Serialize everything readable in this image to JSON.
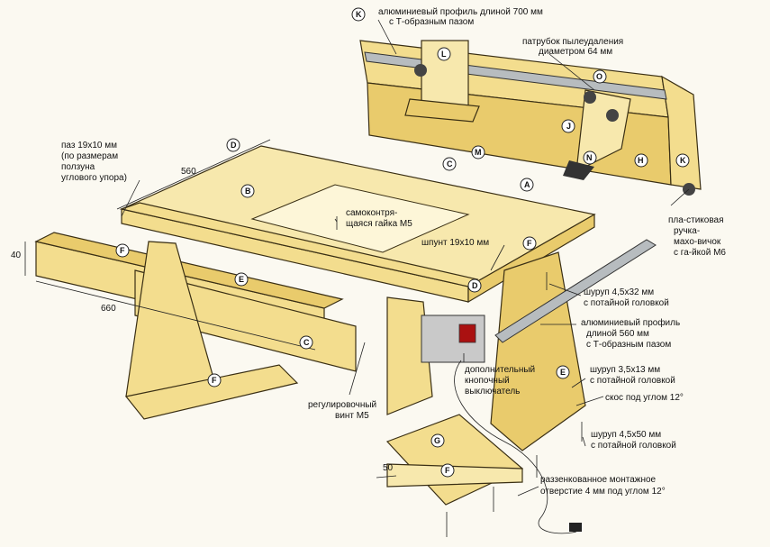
{
  "labels": {
    "alu_700": [
      "алюминиевый профиль длиной 700 мм",
      "с Т-образным пазом"
    ],
    "dust_port": [
      "патрубок пылеудаления",
      "диаметром 64 мм"
    ],
    "groove": [
      "паз 19x10 мм",
      "(по размерам",
      "ползуна",
      "углового упора)"
    ],
    "self_lock_nut": [
      "самоконтря-",
      "щаяся гайка М5"
    ],
    "spline": [
      "шпунт 19x10 мм"
    ],
    "plastic_knob": [
      "пла-стиковая",
      "ручка-",
      "махо-вичок",
      "с га-йкой М6"
    ],
    "screw_4_5x32": [
      "шуруп 4,5x32 мм",
      "с потайной головкой"
    ],
    "alu_560": [
      "алюминиевый профиль",
      "длиной 560 мм",
      "с Т-образным пазом"
    ],
    "switch": [
      "дополнительный",
      "кнопочный",
      "выключатель"
    ],
    "screw_3_5x13": [
      "шуруп 3,5x13 мм",
      "с потайной головкой"
    ],
    "bevel": [
      "скос под углом 12°"
    ],
    "adjust_screw": [
      "регулировочный",
      "винт М5"
    ],
    "screw_4_5x50": [
      "шуруп 4,5x50 мм",
      "с потайной головкой"
    ],
    "countersunk_hole": [
      "раззенкованное монтажное",
      "отверстие 4 мм под углом 12°"
    ]
  },
  "dimensions": {
    "width_560": "560",
    "length_660": "660",
    "height_40": "40",
    "foot_50": "50"
  },
  "parts": {
    "A": "A",
    "B": "B",
    "C": "C",
    "D": "D",
    "E": "E",
    "F": "F",
    "G": "G",
    "H": "H",
    "J": "J",
    "K": "K",
    "L": "L",
    "M": "M",
    "N": "N",
    "O": "O"
  },
  "colors": {
    "wood": "#f3dd8e",
    "wood_dark": "#e9cb6c",
    "metal": "#b7bcbf",
    "background": "#fbf9f1"
  }
}
